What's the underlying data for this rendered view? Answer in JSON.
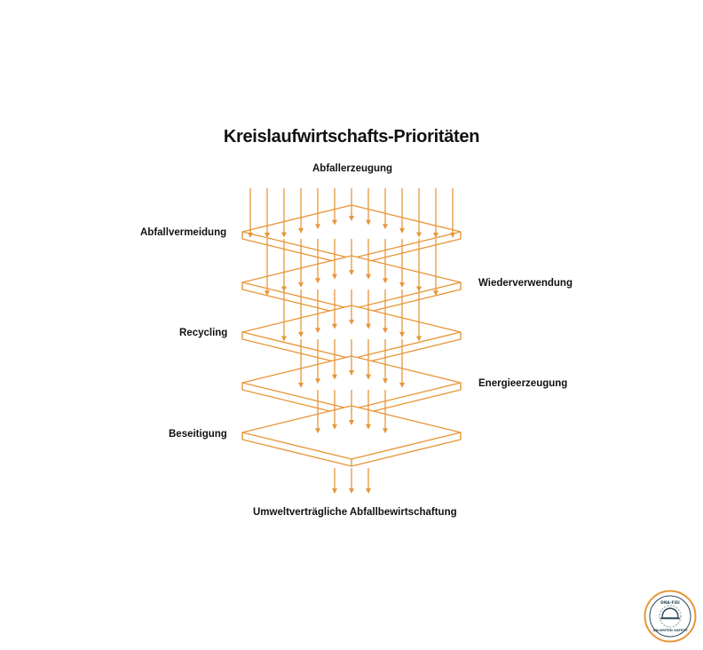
{
  "title": "Kreislaufwirtschafts-Prioritäten",
  "top_label": "Abfallerzeugung",
  "bottom_label": "Umweltverträgliche Abfallbewirtschaftung",
  "layers": [
    {
      "label": "Abfallvermeidung",
      "side": "left"
    },
    {
      "label": "Wiederverwendung",
      "side": "right"
    },
    {
      "label": "Recycling",
      "side": "left"
    },
    {
      "label": "Energieerzeugung",
      "side": "right"
    },
    {
      "label": "Beseitigung",
      "side": "left"
    }
  ],
  "colors": {
    "accent": "#e8963a",
    "badge_ring": "#e8963a",
    "badge_inner": "#2d4a5a"
  },
  "badge": {
    "icon": "hard-hat-gear-logo",
    "text_top": "DNA-FISI",
    "text_bottom": "UNLIMITED SAFETY"
  }
}
